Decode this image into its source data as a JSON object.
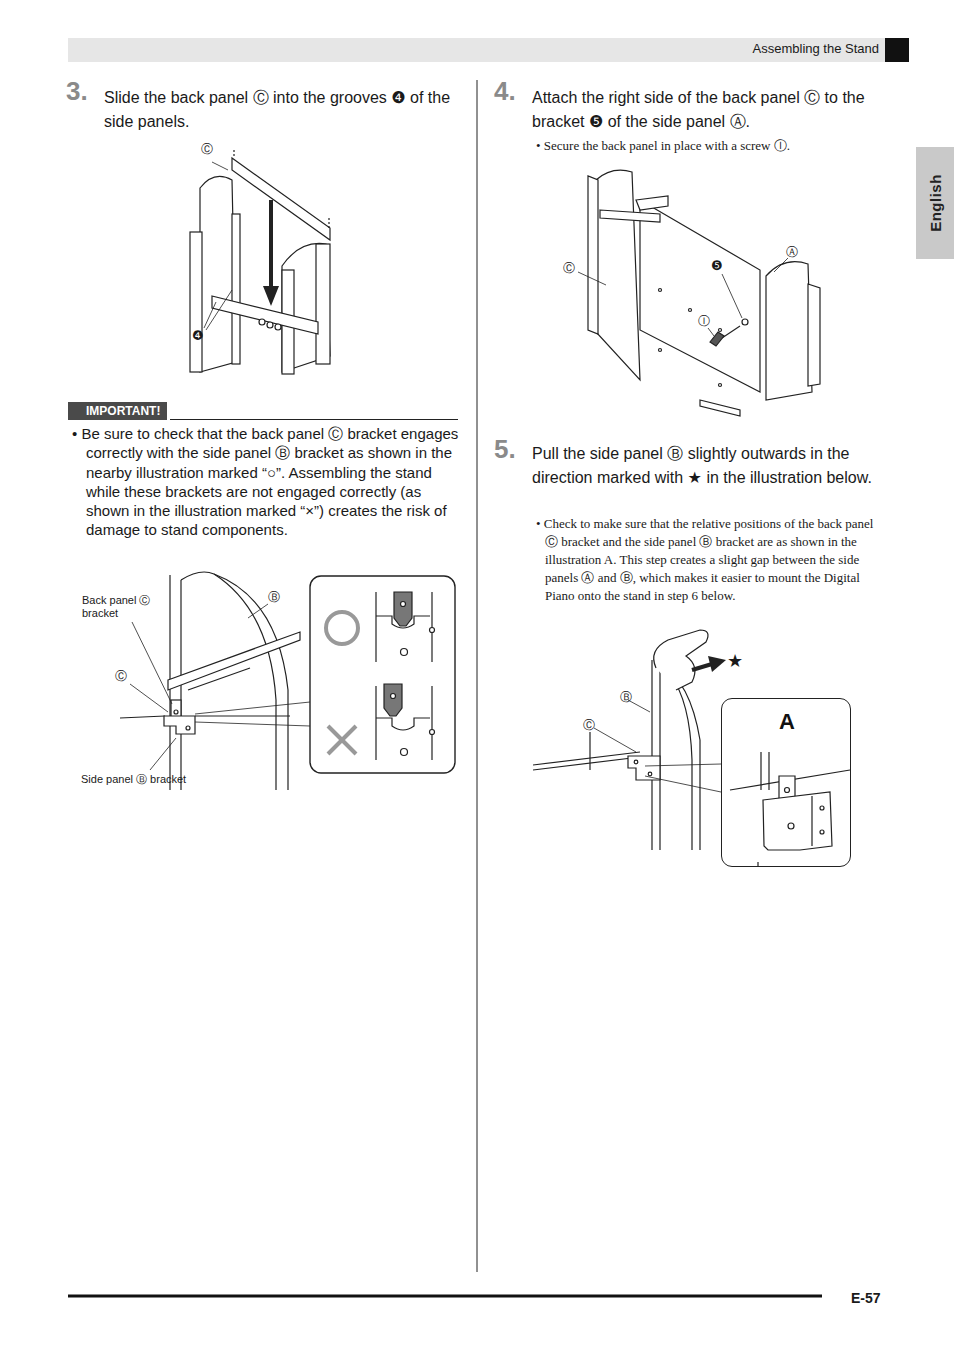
{
  "diagram": {
    "nodes": [
      {
        "text": [
          "English"
        ]
      },
      {
        "text": [
          "IMPORTANT!"
        ]
      },
      {
        "text": [
          "A"
        ]
      }
    ],
    "labels": [
      "Assembling the Stand",
      "3.",
      "Slide the back panel Ⓒ into the grooves ❹ of the side panels.",
      "Ⓒ",
      "❹",
      "• Be sure to check that the back panel Ⓒ bracket engages correctly with the side panel Ⓑ bracket as shown in the nearby illustration marked “○”. Assembling the stand while these brackets are not engaged correctly (as shown in the illustration marked “×”) creates the risk of damage to stand components.",
      "Back panel Ⓒ bracket",
      "Ⓑ",
      "Ⓒ",
      "Side panel Ⓑ bracket",
      "4.",
      "Attach the right side of the back panel Ⓒ to the bracket ❺ of the side panel Ⓐ.",
      "• Secure the back panel in place with a screw Ⓘ.",
      "Ⓒ",
      "❺",
      "Ⓐ",
      "Ⓘ",
      "5.",
      "Pull the side panel Ⓑ slightly outwards in the direction marked with ★ in the illustration below.",
      "• Check to make sure that the relative positions of the back panel Ⓒ bracket and the side panel Ⓑ bracket are as shown in the illustration A. This step creates a slight gap between the side panels Ⓐ and Ⓑ, which makes it easier to mount the Digital Piano onto the stand in step 6 below.",
      "★",
      "Ⓑ",
      "Ⓒ",
      "E-57"
    ]
  }
}
